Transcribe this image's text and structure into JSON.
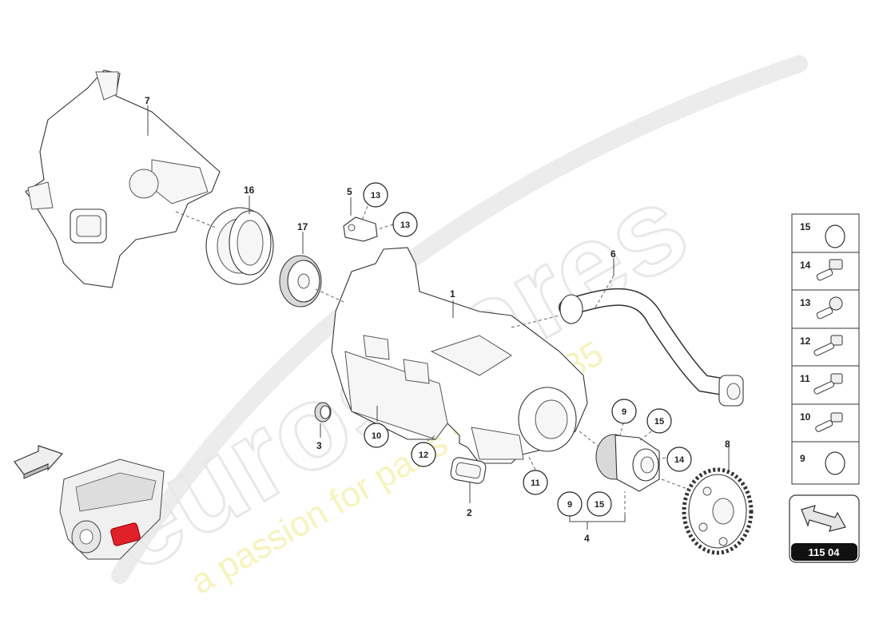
{
  "watermark": {
    "brand": "eurospares",
    "tagline": "a passion for parts since 1985"
  },
  "callouts": [
    {
      "id": "c1",
      "label": "1"
    },
    {
      "id": "c2",
      "label": "2"
    },
    {
      "id": "c3",
      "label": "3"
    },
    {
      "id": "c4",
      "label": "4"
    },
    {
      "id": "c5",
      "label": "5"
    },
    {
      "id": "c6",
      "label": "6"
    },
    {
      "id": "c7",
      "label": "7"
    },
    {
      "id": "c8",
      "label": "8"
    },
    {
      "id": "c16",
      "label": "16"
    },
    {
      "id": "c17",
      "label": "17"
    }
  ],
  "circled": [
    {
      "id": "k13a",
      "label": "13"
    },
    {
      "id": "k13b",
      "label": "13"
    },
    {
      "id": "k10",
      "label": "10"
    },
    {
      "id": "k12",
      "label": "12"
    },
    {
      "id": "k11",
      "label": "11"
    },
    {
      "id": "k9a",
      "label": "9"
    },
    {
      "id": "k15a",
      "label": "15"
    },
    {
      "id": "k14",
      "label": "14"
    },
    {
      "id": "k9b",
      "label": "9"
    },
    {
      "id": "k15b",
      "label": "15"
    }
  ],
  "legend": {
    "items": [
      {
        "label": "15",
        "icon": "o-ring-icon"
      },
      {
        "label": "14",
        "icon": "flange-bolt-icon"
      },
      {
        "label": "13",
        "icon": "round-head-bolt-icon"
      },
      {
        "label": "12",
        "icon": "hex-bolt-icon"
      },
      {
        "label": "11",
        "icon": "splined-bolt-icon"
      },
      {
        "label": "10",
        "icon": "short-bolt-icon"
      },
      {
        "label": "9",
        "icon": "o-ring-icon"
      }
    ]
  },
  "page_box": {
    "label": "115 04",
    "icon": "navigation-arrow-icon"
  },
  "orientation_icon": "direction-arrow-icon",
  "engine_thumbnail": {
    "highlight_color": "#e0202a"
  }
}
